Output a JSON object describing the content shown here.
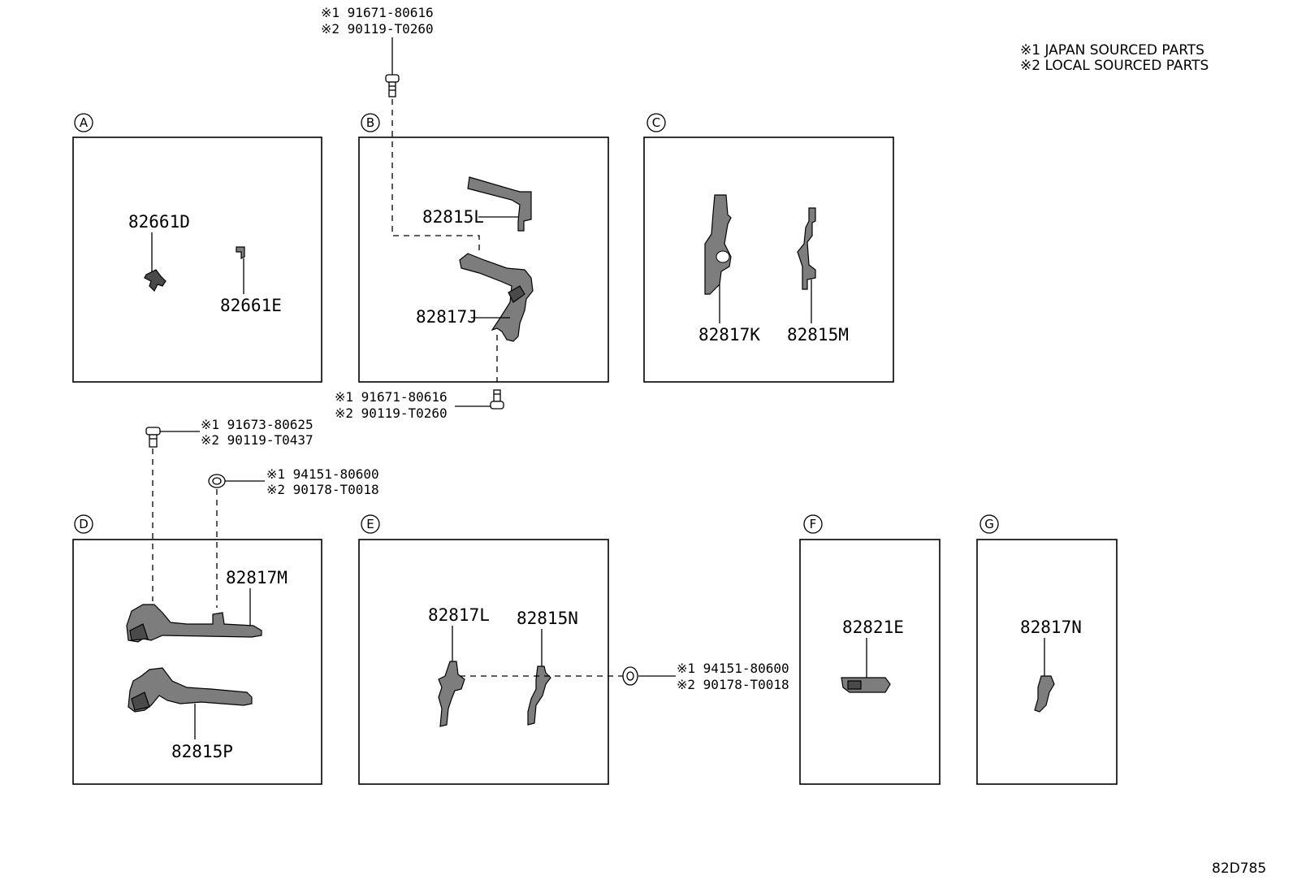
{
  "notes": {
    "note1": "※1 JAPAN SOURCED PARTS",
    "note2": "※2 LOCAL SOURCED PARTS"
  },
  "illustration_id": "82D785",
  "sections": {
    "A": {
      "label": "A",
      "parts": [
        "82661D",
        "82661E"
      ]
    },
    "B": {
      "label": "B",
      "parts": [
        "82815L",
        "82817J"
      ]
    },
    "C": {
      "label": "C",
      "parts": [
        "82817K",
        "82815M"
      ]
    },
    "D": {
      "label": "D",
      "parts": [
        "82817M",
        "82815P"
      ]
    },
    "E": {
      "label": "E",
      "parts": [
        "82817L",
        "82815N"
      ]
    },
    "F": {
      "label": "F",
      "parts": [
        "82821E"
      ]
    },
    "G": {
      "label": "G",
      "parts": [
        "82817N"
      ]
    }
  },
  "fasteners": {
    "b_top": {
      "ref1": "※1 91671-80616",
      "ref2": "※2 90119-T0260"
    },
    "b_bottom": {
      "ref1": "※1 91671-80616",
      "ref2": "※2 90119-T0260"
    },
    "d_bolt": {
      "ref1": "※1 91673-80625",
      "ref2": "※2 90119-T0437"
    },
    "d_nut": {
      "ref1": "※1 94151-80600",
      "ref2": "※2 90178-T0018"
    },
    "e_nut": {
      "ref1": "※1 94151-80600",
      "ref2": "※2 90178-T0018"
    }
  }
}
